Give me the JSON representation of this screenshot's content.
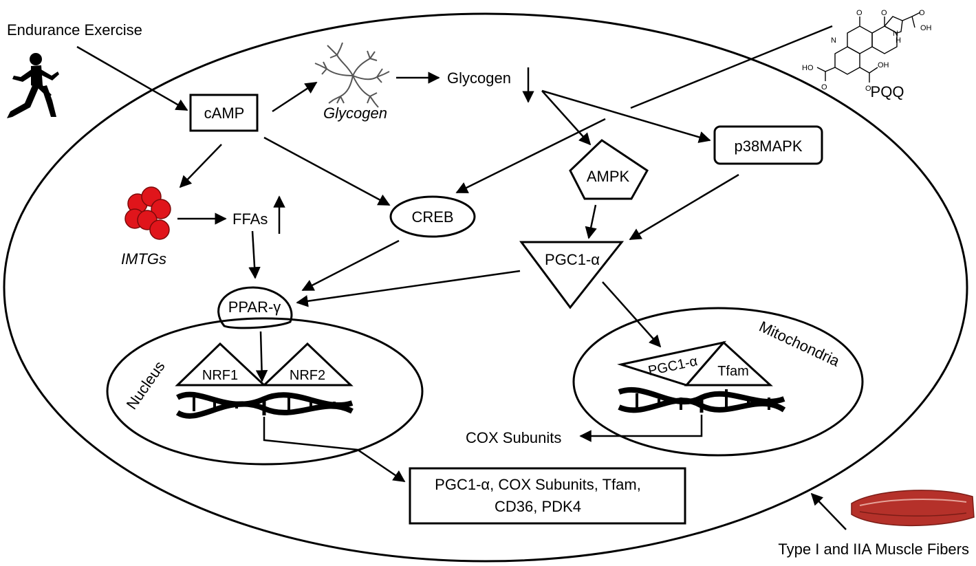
{
  "labels": {
    "endurance_exercise": "Endurance Exercise",
    "camp": "cAMP",
    "glycogen_image_label": "Glycogen",
    "glycogen": "Glycogen",
    "pqq": "PQQ",
    "ampk": "AMPK",
    "p38mapk": "p38MAPK",
    "creb": "CREB",
    "imtgs": "IMTGs",
    "ffas": "FFAs",
    "pgc1a": "PGC1-α",
    "ppar_gamma": "PPAR-γ",
    "nucleus": "Nucleus",
    "nrf1": "NRF1",
    "nrf2": "NRF2",
    "mitochondria": "Mitochondria",
    "pgc1a_mito": "PGC1-α",
    "tfam": "Tfam",
    "cox_subunits": "COX Subunits",
    "gene_products_line1": "PGC1-α, COX Subunits, Tfam,",
    "gene_products_line2": "CD36, PDK4",
    "muscle_fibers": "Type I and IIA Muscle Fibers"
  },
  "pqq_structure": {
    "o_top_left": "O",
    "o_top_right": "O",
    "n_ring": "N",
    "nh": "H",
    "n_pyrrole": "N",
    "oh_right": "OH",
    "ho_left": "HO",
    "o_left": "O",
    "o_bottom": "O",
    "oh_bottom": "OH",
    "o_right": "O"
  },
  "colors": {
    "stroke": "#000000",
    "imtg_red": "#e0151b",
    "muscle_red": "#b5312a"
  }
}
